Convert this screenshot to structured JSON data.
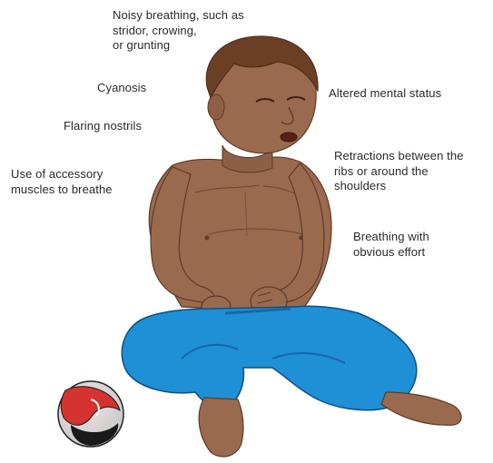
{
  "labels": {
    "noisy_breathing": "Noisy breathing, such as\nstridor, crowing,\nor grunting",
    "cyanosis": "Cyanosis",
    "flaring_nostrils": "Flaring nostrils",
    "accessory_muscles": "Use of accessory\nmuscles to breathe",
    "altered_mental_status": "Altered mental status",
    "retractions": "Retractions between the\nribs or around the\nshoulders",
    "breathing_effort": "Breathing with\nobvious effort"
  },
  "colors": {
    "skin": "#9a6a4e",
    "skin_shadow": "#7c513a",
    "hair": "#6b3e26",
    "pants": "#1f8fd6",
    "pants_shadow": "#1569a8",
    "ball_red": "#d4332f",
    "ball_black": "#1a1a1a"
  }
}
